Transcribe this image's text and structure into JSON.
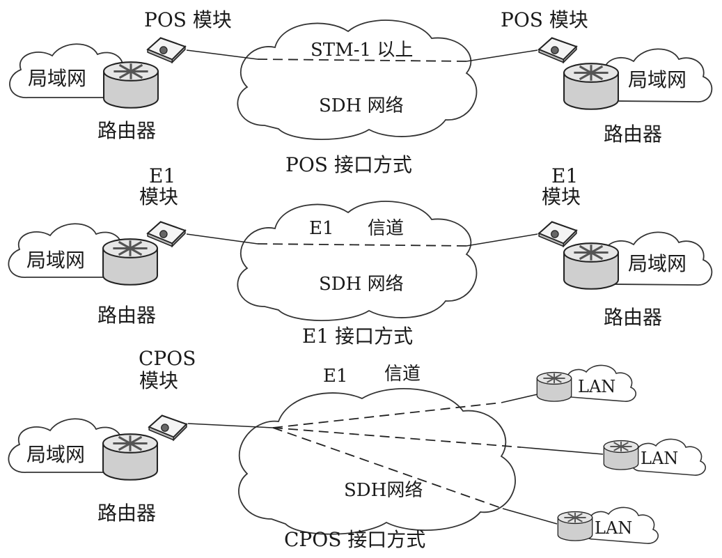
{
  "panel1": {
    "caption": "POS 接口方式",
    "left_module": "POS 模块",
    "right_module": "POS 模块",
    "channel": "STM-1  以上",
    "network": "SDH 网络",
    "left_lan": "局域网",
    "right_lan": "局域网",
    "left_router": "路由器",
    "right_router": "路由器"
  },
  "panel2": {
    "caption": "E1 接口方式",
    "left_module_line1": "E1",
    "left_module_line2": "模块",
    "right_module_line1": "E1",
    "right_module_line2": "模块",
    "channel_left": "E1",
    "channel_right": "信道",
    "network": "SDH 网络",
    "left_lan": "局域网",
    "right_lan": "局域网",
    "left_router": "路由器",
    "right_router": "路由器"
  },
  "panel3": {
    "caption": "CPOS 接口方式",
    "module_line1": "CPOS",
    "module_line2": "模块",
    "channel_left": "E1",
    "channel_right": "信道",
    "network": "SDH网络",
    "left_lan": "局域网",
    "left_router": "路由器",
    "remote_lans": [
      "LAN",
      "LAN",
      "LAN"
    ]
  }
}
